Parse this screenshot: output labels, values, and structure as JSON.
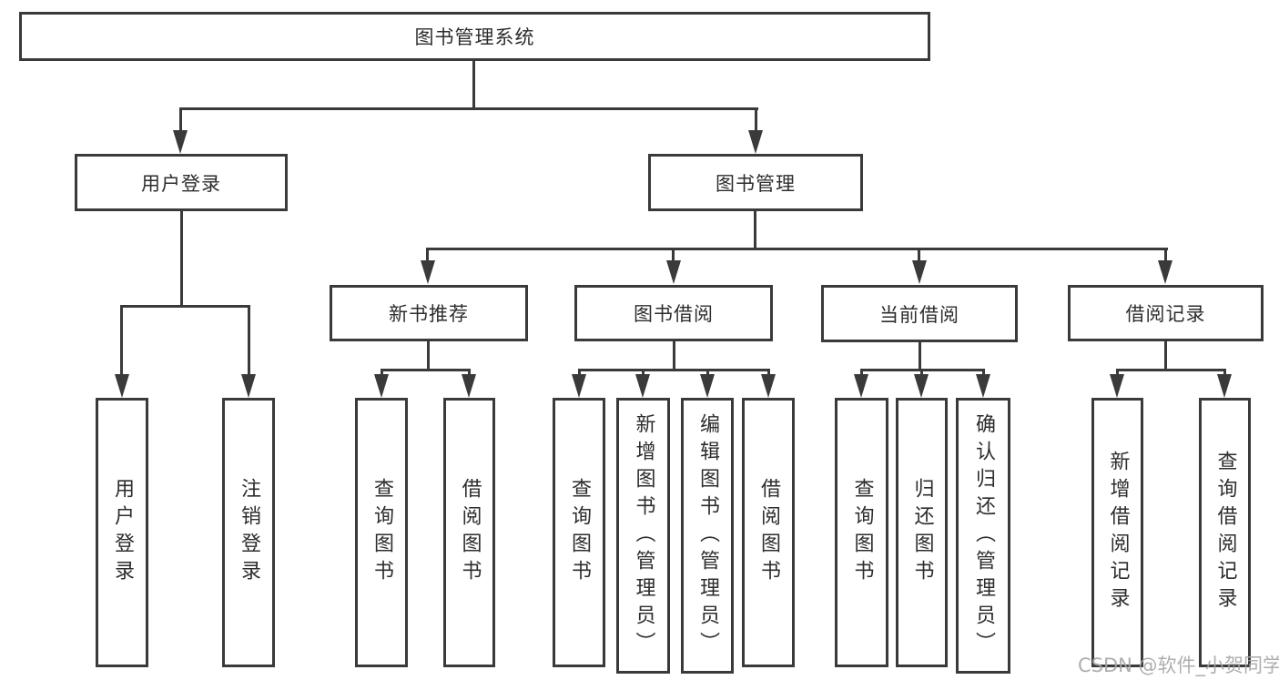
{
  "colors": {
    "line": "#3a3a3a",
    "text": "#2d2d2d",
    "watermark": "#a6a6a6",
    "background": "#ffffff"
  },
  "watermark": "CSDN @软件_小贺同学",
  "tree": {
    "root": {
      "label": "图书管理系统"
    },
    "branches": [
      {
        "label": "用户登录",
        "children": [
          {
            "label": "用户登录"
          },
          {
            "label": "注销登录"
          }
        ]
      },
      {
        "label": "图书管理",
        "children": [
          {
            "label": "新书推荐",
            "children": [
              {
                "label": "查询图书"
              },
              {
                "label": "借阅图书"
              }
            ]
          },
          {
            "label": "图书借阅",
            "children": [
              {
                "label": "查询图书"
              },
              {
                "label": "新增图书（管理员）"
              },
              {
                "label": "编辑图书（管理员）"
              },
              {
                "label": "借阅图书"
              }
            ]
          },
          {
            "label": "当前借阅",
            "children": [
              {
                "label": "查询图书"
              },
              {
                "label": "归还图书"
              },
              {
                "label": "确认归还（管理员）"
              }
            ]
          },
          {
            "label": "借阅记录",
            "children": [
              {
                "label": "新增借阅记录"
              },
              {
                "label": "查询借阅记录"
              }
            ]
          }
        ]
      }
    ]
  }
}
